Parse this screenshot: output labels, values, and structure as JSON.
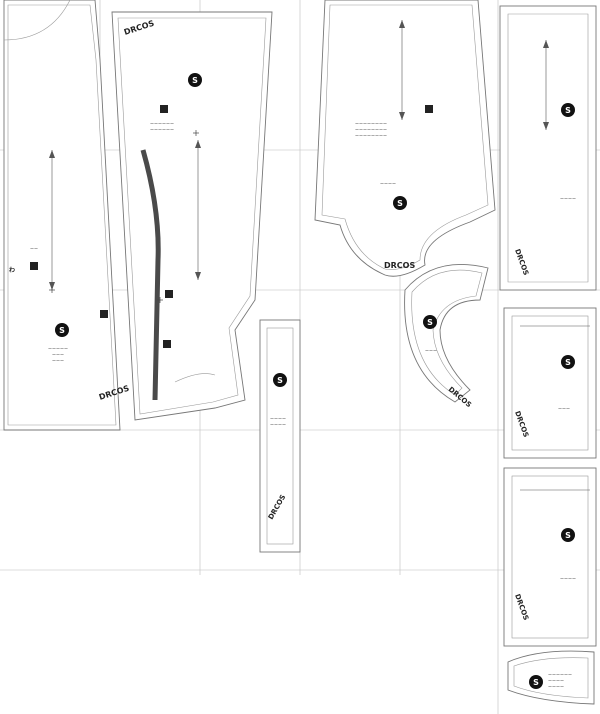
{
  "brand": {
    "logo_text": "DRCOS"
  },
  "size_badge": {
    "letter": "S"
  },
  "symbols": {
    "fold_mark": "わ"
  },
  "colors": {
    "ink": "#222222",
    "line": "#777777",
    "seam": "#9a9a9a",
    "grain": "#555555",
    "facing_strip": "#4a4a4a"
  },
  "icons": [
    "size-badge-icon",
    "drcos-logo",
    "qr-code-icon",
    "grainline-arrow-icon"
  ]
}
